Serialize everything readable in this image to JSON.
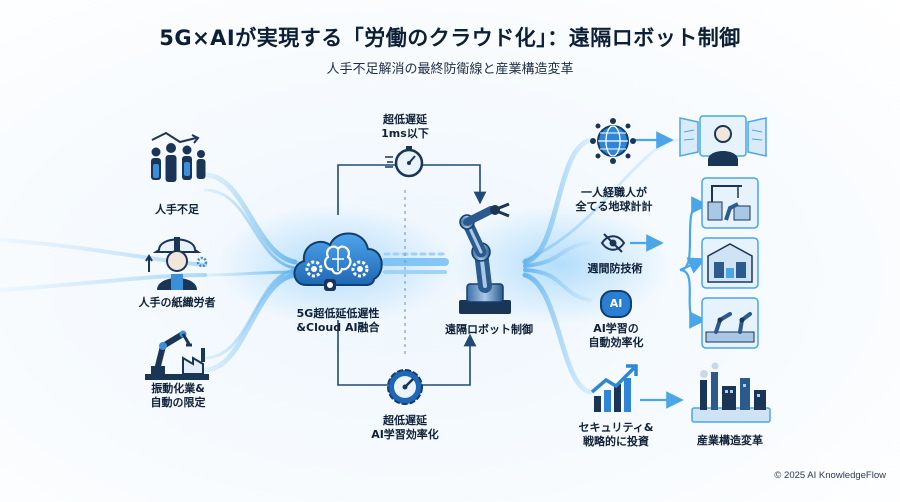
{
  "title": "5G×AIが実現する「労働のクラウド化」：遠隔ロボット制御",
  "subtitle": "人手不足解消の最終防衛線と産業構造変革",
  "left": [
    {
      "label": "人手不足",
      "icon": "people-decline-icon"
    },
    {
      "label": "人手の紙織労者",
      "icon": "worker-helmet-icon"
    },
    {
      "label": "振動化業&\n自動の限定",
      "icon": "factory-robot-arm-icon"
    }
  ],
  "center": {
    "top_label": "超低遅延\n1ms以下",
    "cloud_label": "5G超低延低遅性\n&Cloud AI融合",
    "bottom_label": "超低遅延\nAI学習効率化",
    "robot_label": "遠隔ロボット制御"
  },
  "right": [
    {
      "label": "一人経職人が\n全てる地球計計",
      "icon": "globe-network-icon"
    },
    {
      "label": "週間防技術",
      "icon": "eye-slash-icon"
    },
    {
      "label": "AI学習の\n自動効率化",
      "icon": "ai-chip-icon",
      "badge": "AI"
    },
    {
      "label": "セキュリティ&\n戦略的に投資",
      "icon": "growth-chart-icon"
    }
  ],
  "far_right": {
    "label": "産業構造変革",
    "icons": [
      "remote-operator-icon",
      "construction-site-icon",
      "warehouse-icon",
      "smart-factory-icon",
      "industrial-city-icon"
    ]
  },
  "footer": "© 2025 AI KnowledgeFlow",
  "colors": {
    "accent": "#2f86d6",
    "flow": "#8cc8f2",
    "dark": "#1b3556",
    "ai_badge": "#2a7fd4"
  }
}
